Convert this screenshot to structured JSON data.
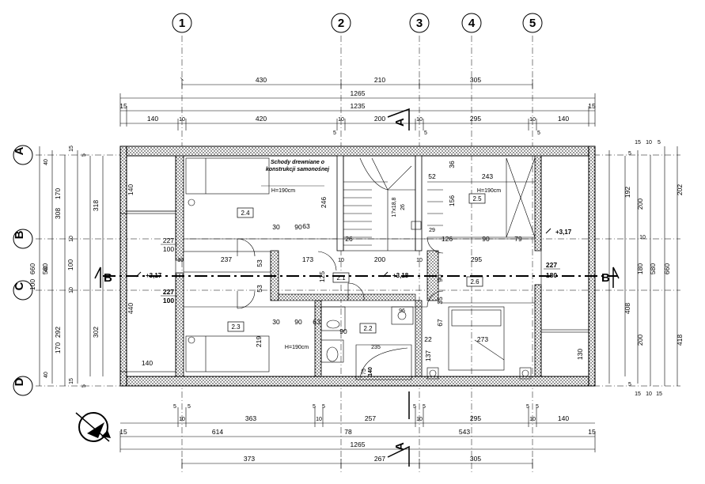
{
  "axes": {
    "vertical": [
      "1",
      "2",
      "3",
      "4",
      "5"
    ],
    "horizontal": [
      "A",
      "B",
      "C",
      "D"
    ]
  },
  "section_marks": {
    "a": "A",
    "b": "B"
  },
  "top_dims": {
    "row1": [
      "430",
      "210",
      "305"
    ],
    "row2": [
      "1265"
    ],
    "row3": [
      "15",
      "1235",
      "15"
    ],
    "row4": [
      "140",
      "10",
      "420",
      "10",
      "5",
      "200",
      "10",
      "5",
      "295",
      "10",
      "5",
      "140"
    ]
  },
  "bottom_dims": {
    "row1": [
      "5",
      "5",
      "5",
      "5",
      "5",
      "5",
      "5",
      "5"
    ],
    "row2": [
      "363",
      "257",
      "295",
      "140",
      "10",
      "10",
      "10",
      "10"
    ],
    "row3": [
      "15",
      "614",
      "78",
      "543",
      "15"
    ],
    "row4": [
      "1265"
    ],
    "row5": [
      "373",
      "267",
      "305"
    ]
  },
  "left_dims": {
    "outer": [
      "660"
    ],
    "col2": [
      "580"
    ],
    "col3": [
      "308",
      "292",
      "100"
    ],
    "col4": [
      "40",
      "170",
      "10",
      "40",
      "170",
      "40",
      "10",
      "15",
      "15",
      "5",
      "5"
    ],
    "col5": [
      "318",
      "302",
      "100",
      "440"
    ]
  },
  "right_dims": {
    "outer": [
      "418",
      "202"
    ],
    "col2": [
      "660"
    ],
    "col3": [
      "580",
      "192",
      "200",
      "180",
      "408"
    ],
    "col4": [
      "15",
      "10",
      "5",
      "5",
      "10",
      "15",
      "5",
      "10",
      "15"
    ],
    "col5": [
      "200",
      "130"
    ]
  },
  "rooms": [
    "2.4",
    "2.5",
    "2.1",
    "2.6",
    "2.3",
    "2.2"
  ],
  "levels": {
    "left": "+3,17",
    "right": "+3,17",
    "middle": "+3,18"
  },
  "annotations": {
    "stairs_note_1": "Schody drewniane o",
    "stairs_note_2": "konstrukcji samonośnej",
    "h190_a": "H=190cm",
    "h190_b": "H=190cm",
    "h190_c": "H=190cm",
    "opening_left_top_1": "227",
    "opening_left_top_2": "100",
    "opening_left_bot_1": "227",
    "opening_left_bot_2": "100",
    "opening_right_1": "227",
    "opening_right_2": "180",
    "stair_steps": "17x18,8",
    "stair_width": "26",
    "bath_dim": "235",
    "bath_size": "140",
    "bath_label": "75"
  },
  "inner_dims": [
    "140",
    "440",
    "140",
    "237",
    "173",
    "246",
    "63",
    "90",
    "30",
    "53",
    "219",
    "30",
    "90",
    "63",
    "10",
    "125",
    "10",
    "200",
    "295",
    "126",
    "90",
    "79",
    "52",
    "243",
    "36",
    "156",
    "35",
    "67",
    "22",
    "137",
    "90",
    "96",
    "273",
    "90",
    "53",
    "26",
    "10",
    "29"
  ]
}
